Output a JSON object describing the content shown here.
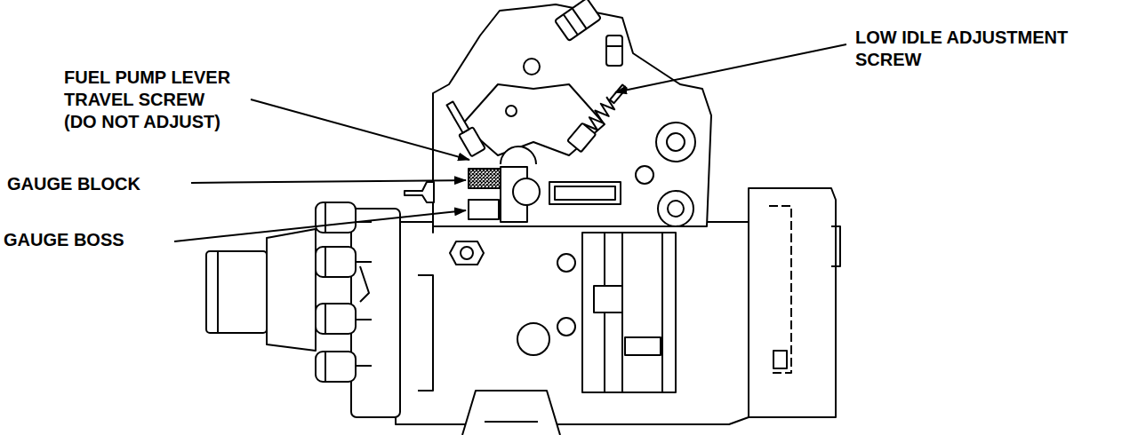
{
  "diagram": {
    "labels": [
      "FUEL PUMP LEVER TRAVEL SCREW (DO NOT ADJUST)",
      "LOW IDLE ADJUSTMENT SCREW",
      "GAUGE BLOCK",
      "GAUGE BOSS"
    ]
  }
}
